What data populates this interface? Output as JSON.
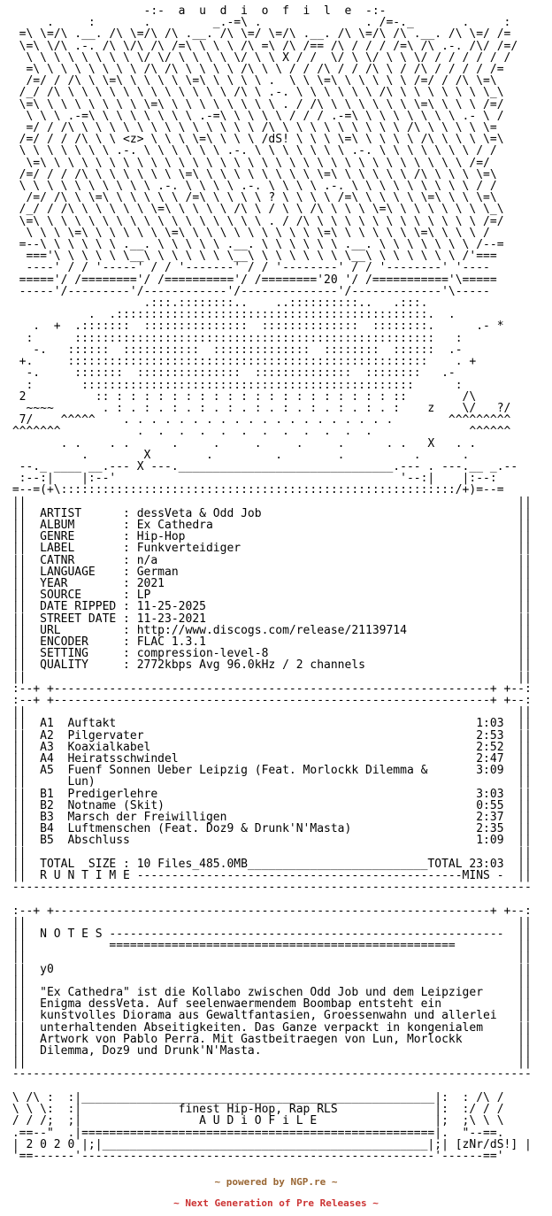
{
  "title_bar": "-:-  a  u  d  i  o  f  i  l  e  -:-",
  "ascii_art": {
    "header_lines": [
      "      .     :       .         _.-=\\ .               . /=-._       .     :",
      "  =\\ \\=/\\ .__. /\\ \\=/\\ /\\ .__. /\\ \\=/ \\=/\\ .__. /\\ \\=/\\ /\\ .__. /\\ \\=/ /=",
      "  \\=\\ \\/\\ .-. /\\ \\/\\ /\\ /=\\ \\ \\ \\ /\\ =\\ /\\ /== /\\ / / / /=\\ /\\ .-. /\\/ /=/",
      "   \\ \\ \\ \\ \\ \\ \\ \\ \\/ \\/ \\ \\ \\ \\ \\/ \\ \\ X / /  \\/ \\ \\/ \\ \\ \\/ / / / / / /",
      "   =\\ \\ \\ \\ \\ \\ \\ \\ /\\ /\\ \\ \\ \\ \\ /\\ \\ \\ / / /\\ / / /\\ \\ / /\\ / / / / /=",
      "   /=/ / /\\ \\ \\=\\ \\ \\ \\ \\ \\=\\ \\ \\ \\ \\ .  \\ \\ \\=\\ \\ \\ \\ \\ \\ /=/ / /\\ \\=\\",
      "  /_/ /\\ \\ \\ \\ \\ \\ \\ \\ \\ \\ \\ \\ \\ /\\ \\ .-. \\ \\ \\ \\ \\ \\ /\\ \\ \\ \\ \\ \\ \\ \\_\\",
      "  \\=\\ \\ \\ \\ \\ \\ \\ \\ \\=\\ \\ \\ \\ \\ \\ \\ \\ \\ . / /\\ \\ \\ \\ \\ \\ \\ \\=\\ \\ \\ \\ /=/",
      "   \\ \\ \\ .-=\\ \\ \\ \\ \\ \\ \\ \\ .-=\\ \\ \\ \\ \\ / / / .-=\\ \\ \\ \\ \\ \\ \\ \\ .- \\ /",
      "   =/ / /\\ \\ \\ \\ \\ \\ \\ \\ \\ \\ \\ \\ \\ \\ /\\ \\ \\ \\ \\ \\ \\ \\ \\ \\ /\\ \\ \\ \\ \\ \\=",
      "  /=/ / / /\\ \\ \\ <z> \\ \\ \\ \\=\\ \\ \\ \\ /dS! \\ \\ \\ \\=\\ \\ \\ \\ \\ /\\ \\ \\ \\ \\=\\",
      "  \\ \\ \\ \\ \\ \\ \\ .-. \\ \\ \\ \\ \\ \\ .-. \\ \\ \\ \\ \\ \\ \\ .-. \\ \\ \\ \\ \\ \\ \\ / /",
      "   \\=\\ \\ \\ \\ \\ \\ \\ \\ \\ \\ \\ \\ \\ \\ \\ \\ \\ \\ \\ \\ \\ \\ \\ \\ \\ \\ \\ \\ \\ \\ \\ /=/",
      "  /=/ / / /\\ \\ \\ \\ \\ \\ \\ \\=\\ \\ \\ \\ \\ \\ \\ \\ \\ \\=\\ \\ \\ \\ \\ \\ /\\ \\ \\ \\ \\=\\",
      "  \\ \\ \\ \\ \\ \\ \\ \\ \\ \\ .-. \\ \\ \\ \\ .-. \\ \\ \\ \\ .-. \\ \\ \\ \\ \\ \\ \\ \\ \\ / /",
      "   /=/ /\\ \\ \\=\\ \\ \\ \\ \\ \\ /=\\ \\ \\ \\ \\ ? \\ \\ \\ \\ /=\\ \\ \\ \\ \\ \\=\\ \\ \\ \\=\\",
      "  /_/ / /\\ \\ \\ \\ \\ \\ \\=\\ \\ \\ \\ \\ /\\ \\ / \\ \\ /\\ \\ \\ \\ \\=\\ \\ \\ \\ \\ \\ \\ \\_\\",
      "  \\=\\ \\ \\ \\ \\ \\ \\ \\ \\ \\ \\ \\ \\ \\ \\ \\ \\ . / /\\ \\ \\ \\ \\ \\ \\ \\ \\ \\ \\ \\ \\ /=/",
      "   \\ \\ \\ \\=\\ \\ \\ \\ \\ \\ \\=\\ \\ \\ \\ \\ \\ \\ \\ \\ \\ \\=\\ \\ \\ \\ \\ \\ \\=\\ \\ \\ \\ /",
      "  =--\\ \\ \\ \\ \\ \\ .__. \\ \\ \\ \\ \\ .__. \\ \\ \\ \\ \\ \\ .__. \\ \\ \\ \\ \\ \\ \\ /--=",
      "   ==='\\ \\ \\ \\ \\ \\__\\ \\ \\ \\ \\ \\ \\__\\ \\ \\ \\ \\ \\ \\ \\__\\ \\ \\ \\ \\ \\ \\ /'===",
      "   ----' / / '-----' / / '-------' / / '--------' / / '--------' '----",
      "  ====='/ /========'/ /=========='/ /========'20 '/ /==========='\\=====",
      "  -----'/---------'/------------'/--------------'/-------------'\\-----",
      "                    .:::.::::::::..    ..::::::::::..   .:::.",
      "            .  .:::::::::::::::::::::::::::::::::::::::::::::.  .",
      "    .  +  .:::::::  :::::::::::::::  ::::::::::::::  ::::::::.      .- *",
      "   :      ::::::::::::::::::::::::::::::::::::::::::::::::::::   :",
      "    -.   ::::::  :::::::::::  ::::::::::::::  ::::::::  ::::::  .-",
      "  +.     ::::::::::::::::::::::::::::::::::::::::::::::::::::    . +",
      "   -.     :::::::  :::::::::::::::  ::::::::::::::  ::::::::   .-",
      "   :       ::::::::::::::::::::::::::::::::::::::::::::::::      :",
      "  2          :: : : : : : : : : : : : : : : : : : : : : ::        /\\",
      "   ~~~~       . : . : . : . : . : . : . : . : . : . : . :    z    \\/   ?/",
      "  7/    ^^^^^    . . . . . . . . . . . . . . . . . . . .        ^^^^^^^^^",
      " ^^^^^^^           .  .  .  .  .  .  .  .  .  .  .  .              ^^^^^^",
      "        . .    . .      .     .     .     .     .      . .   X   . .",
      "           .        X        .         .        .          .      .",
      "  --._ ____ __.--- X ---._______________________________.--- . ---.__ _.--",
      "  :--:|    |:--'                                         '--:|    |:--:",
      " =--=(+\\:::::::::::::::::::::::::::::::::::::::::::::::::::::::::/+)=--="
    ]
  },
  "release_info": {
    "fields": [
      {
        "label": "ARTIST",
        "value": "dessVeta & Odd Job"
      },
      {
        "label": "ALBUM",
        "value": "Ex Cathedra"
      },
      {
        "label": "GENRE",
        "value": "Hip-Hop"
      },
      {
        "label": "LABEL",
        "value": "Funkverteidiger"
      },
      {
        "label": "CATNR",
        "value": "n/a"
      },
      {
        "label": "LANGUAGE",
        "value": "German"
      },
      {
        "label": "YEAR",
        "value": "2021"
      },
      {
        "label": "SOURCE",
        "value": "LP"
      },
      {
        "label": "DATE RIPPED",
        "value": "11-25-2025"
      },
      {
        "label": "STREET DATE",
        "value": "11-23-2021"
      },
      {
        "label": "URL",
        "value": "http://www.discogs.com/release/21139714"
      },
      {
        "label": "ENCODER",
        "value": "FLAC 1.3.1"
      },
      {
        "label": "SETTING",
        "value": "compression-level-8"
      },
      {
        "label": "QUALITY",
        "value": "2772kbps Avg 96.0kHz / 2 channels"
      }
    ]
  },
  "tracklist": {
    "tracks": [
      {
        "pos": "A1",
        "title": "Auftakt",
        "time": "1:03"
      },
      {
        "pos": "A2",
        "title": "Pilgervater",
        "time": "2:53"
      },
      {
        "pos": "A3",
        "title": "Koaxialkabel",
        "time": "2:52"
      },
      {
        "pos": "A4",
        "title": "Heiratsschwindel",
        "time": "2:47"
      },
      {
        "pos": "A5",
        "title": "Fuenf Sonnen Ueber Leipzig (Feat. Morlockk Dilemma &",
        "time": "3:09"
      },
      {
        "pos": "",
        "title": "Lun)",
        "time": ""
      },
      {
        "pos": "B1",
        "title": "Predigerlehre",
        "time": "3:03"
      },
      {
        "pos": "B2",
        "title": "Notname (Skit)",
        "time": "0:55"
      },
      {
        "pos": "B3",
        "title": "Marsch der Freiwilligen",
        "time": "2:37"
      },
      {
        "pos": "B4",
        "title": "Luftmenschen (Feat. Doz9 & Drunk'N'Masta)",
        "time": "2:35"
      },
      {
        "pos": "B5",
        "title": "Abschluss",
        "time": "1:09"
      }
    ],
    "total_label": "TOTAL  SIZE",
    "total_value": "10 Files_485.0MB",
    "total_time_label": "TOTAL",
    "total_time": "23:03",
    "runtime_label": "R U N T I M E",
    "runtime_unit": "MINS"
  },
  "notes": {
    "heading": "N O T E S",
    "greeting": "y0",
    "paragraph_lines": [
      "\"Ex Cathedra\" ist die Kollabo zwischen Odd Job und dem Leipziger",
      "Enigma dessVeta. Auf seelenwaermendem Boombap entsteht ein",
      "kunstvolles Diorama aus Gewaltfantasien, Groessenwahn und allerlei",
      "unterhaltenden Abseitigkeiten. Das Ganze verpackt in kongenialem",
      "Artwork von Pablo Perra. Mit Gastbeitraegen von Lun, Morlockk",
      "Dilemma, Doz9 und Drunk'N'Masta."
    ]
  },
  "footer": {
    "tagline": "finest Hip-Hop, Rap RLS",
    "brand": "A U D i O F i L E",
    "year": "2 0 2 0",
    "group_sig": "[zNr/dS!]"
  },
  "powered_by": {
    "line1": "~ powered by NGP.re ~",
    "line2": "~ Next Generation of Pre Releases ~",
    "line1_color": "#996633",
    "line2_color": "#cc3333"
  }
}
